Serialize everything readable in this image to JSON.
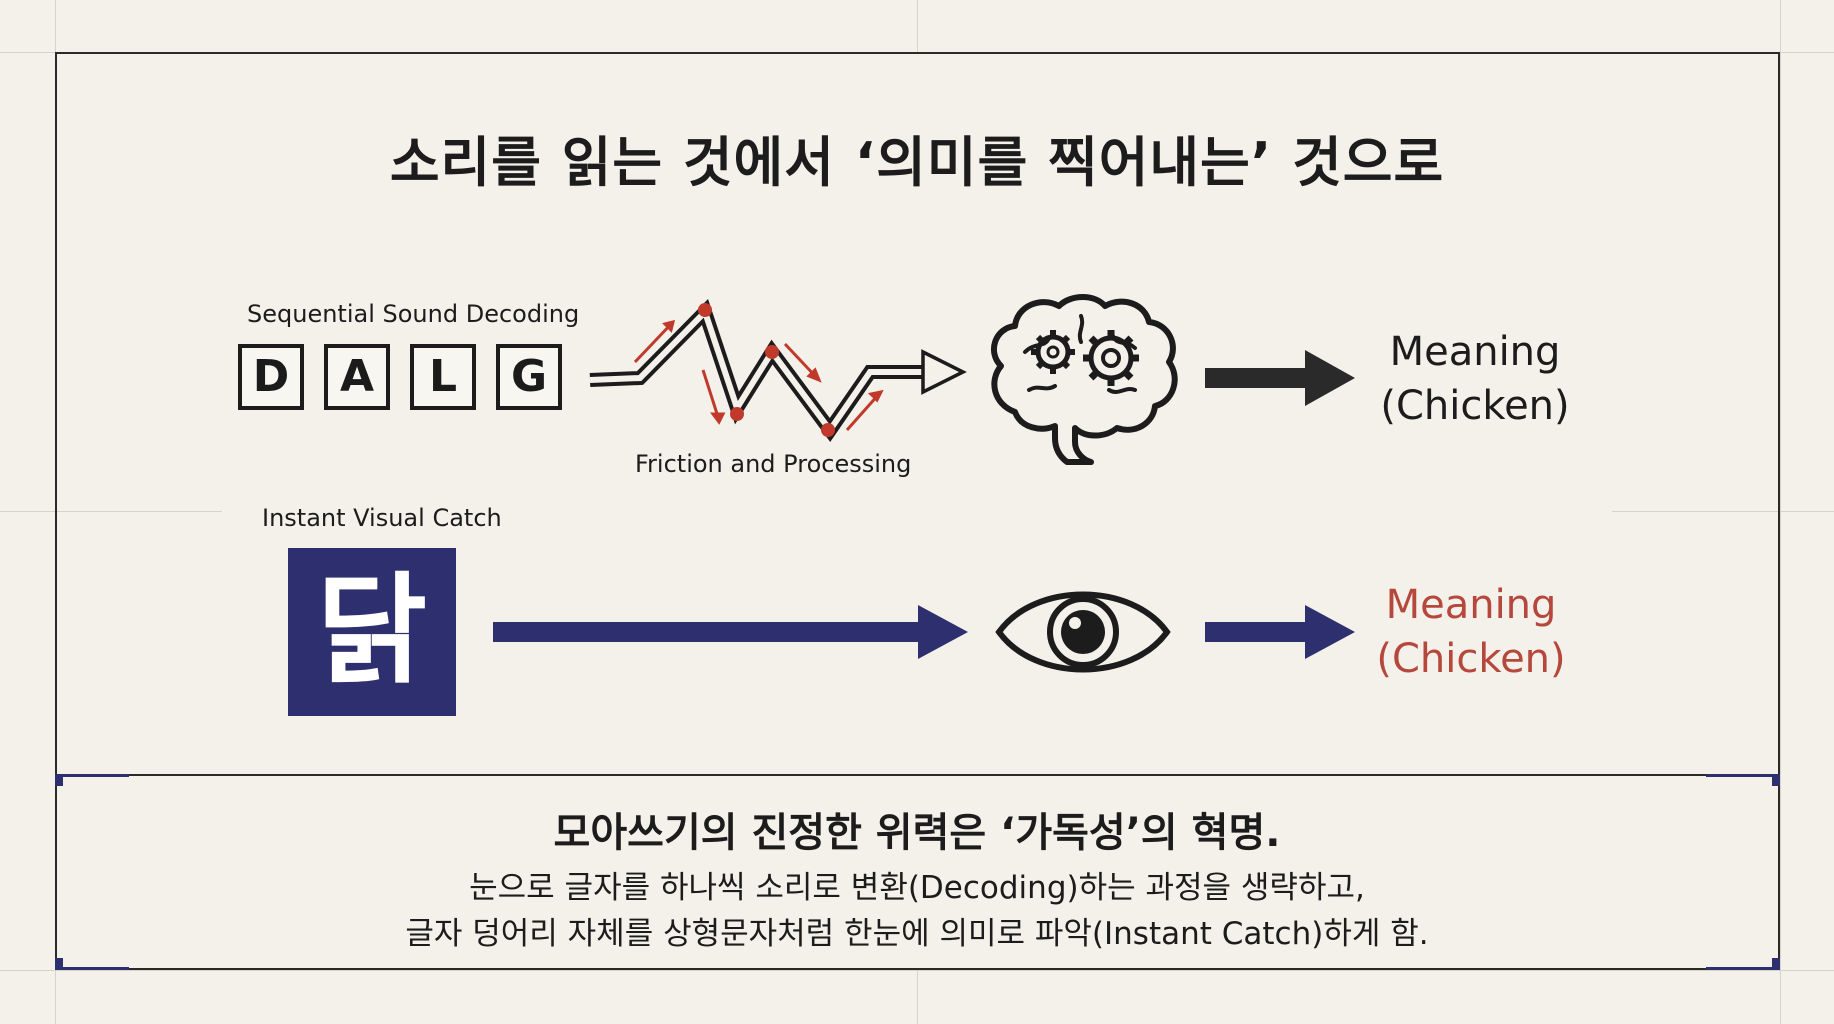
{
  "title": "소리를 읽는 것에서 ‘의미를 찍어내는’ 것으로",
  "top_row": {
    "label": "Sequential Sound Decoding",
    "letters": [
      "D",
      "A",
      "L",
      "G"
    ],
    "friction_label": "Friction and Processing",
    "meaning_line1": "Meaning",
    "meaning_line2": "(Chicken)",
    "brain_icon": "brain-gears-icon",
    "arrow_color": "#2a2a2a"
  },
  "bottom_row": {
    "label": "Instant Visual Catch",
    "hangul": "닭",
    "meaning_line1": "Meaning",
    "meaning_line2": "(Chicken)",
    "eye_icon": "eye-icon",
    "arrow_color": "#2e2f6e",
    "meaning_color": "#b5473c"
  },
  "summary": {
    "headline": "모아쓰기의 진정한 위력은 ‘가독성’의 혁명.",
    "line1": "눈으로 글자를 하나씩 소리로 변환(Decoding)하는 과정을 생략하고,",
    "line2": "글자 덩어리 자체를 상형문자처럼 한눈에 의미로 파악(Instant Catch)하게 함."
  },
  "colors": {
    "background": "#f3f1ea",
    "navy": "#2e2f6e",
    "red_accent": "#c0392b",
    "dark": "#1c1c1c"
  }
}
